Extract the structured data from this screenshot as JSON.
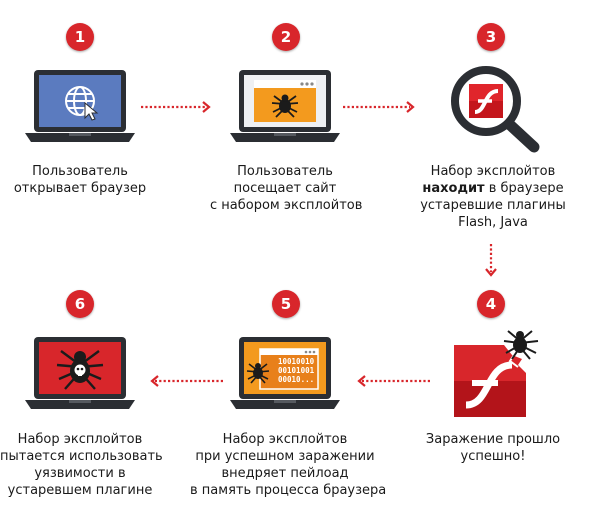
{
  "colors": {
    "badge": "#d8262b",
    "arrow": "#d8262b",
    "laptop_frame": "#2b2e33",
    "screen_blue": "#5b7bbf",
    "screen_orange": "#f39a1e",
    "screen_red": "#d8262b"
  },
  "steps": [
    {
      "number": "1",
      "icon": "laptop-browser-globe-icon",
      "caption_lines": [
        "Пользователь",
        "открывает браузер"
      ]
    },
    {
      "number": "2",
      "icon": "laptop-spider-website-icon",
      "caption_lines": [
        "Пользователь",
        "посещает сайт",
        "с набором эксплойтов"
      ]
    },
    {
      "number": "3",
      "icon": "magnifier-flash-icon",
      "caption_lines": [
        "Набор эксплойтов",
        "в браузере",
        "устаревшие плагины",
        "Flash, Java"
      ],
      "caption_bold": "находит"
    },
    {
      "number": "4",
      "icon": "broken-flash-spider-icon",
      "caption_lines": [
        "Заражение прошло",
        "успешно!"
      ]
    },
    {
      "number": "5",
      "icon": "laptop-spider-binary-icon",
      "caption_lines": [
        "Набор эксплойтов",
        "при успешном заражении",
        "внедряет пейлоад",
        "в память процесса браузера"
      ],
      "binary_lines": [
        "10010010",
        "00101001",
        "00010..."
      ]
    },
    {
      "number": "6",
      "icon": "laptop-skull-spider-icon",
      "caption_lines": [
        "Набор эксплойтов",
        "пытается использовать",
        "уязвимости в",
        "устаревшем плагине"
      ]
    }
  ]
}
